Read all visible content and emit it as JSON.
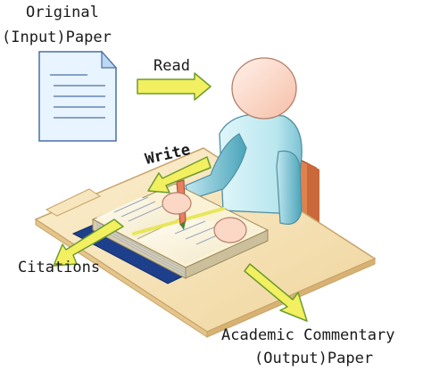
{
  "labels": {
    "original_line1": "Original",
    "original_line2": "(Input)Paper",
    "read": "Read",
    "write": "Write",
    "citations": "Citations",
    "commentary_line1": "Academic Commentary",
    "commentary_line2": "(Output)Paper"
  },
  "colors": {
    "arrow_fill": "#f2f060",
    "arrow_stroke": "#6d9b2f",
    "document_fill": "#e8f4ff",
    "document_lines": "#4b6fa6",
    "desk_top": "#f3e0b5",
    "desk_edge": "#c9a46a",
    "mat_dark_blue": "#1d3f8c",
    "person_skin": "#fbd7c6",
    "person_shirt": "#c7ecf2",
    "person_shirt_dark": "#69b6c7",
    "chair_orange": "#e0824e"
  }
}
